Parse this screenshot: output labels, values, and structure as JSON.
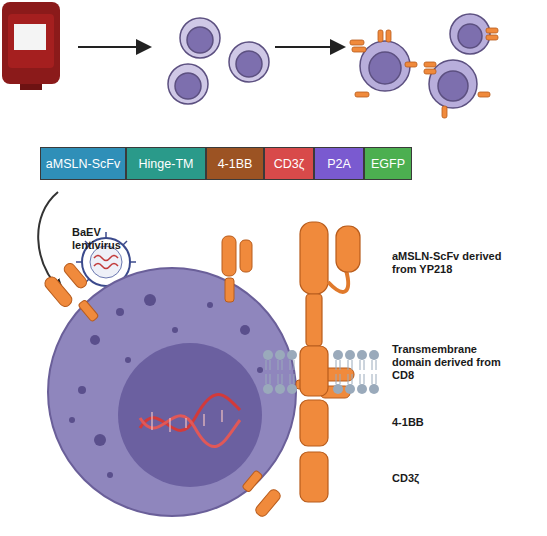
{
  "diagram": {
    "nodes": [
      {
        "text": [
          "aMSLN-ScFv"
        ]
      },
      {
        "text": [
          "Hinge-TM"
        ]
      },
      {
        "text": [
          "4-1BB"
        ]
      },
      {
        "text": [
          "CD3ζ"
        ]
      },
      {
        "text": [
          "P2A"
        ]
      },
      {
        "text": [
          "EGFP"
        ]
      }
    ],
    "labels": [
      "BaEV lentivirus",
      "aMSLN-ScFv derived from YP218",
      "Transmembrane domain derived from CD8",
      "4-1BB",
      "CD3ζ"
    ]
  }
}
